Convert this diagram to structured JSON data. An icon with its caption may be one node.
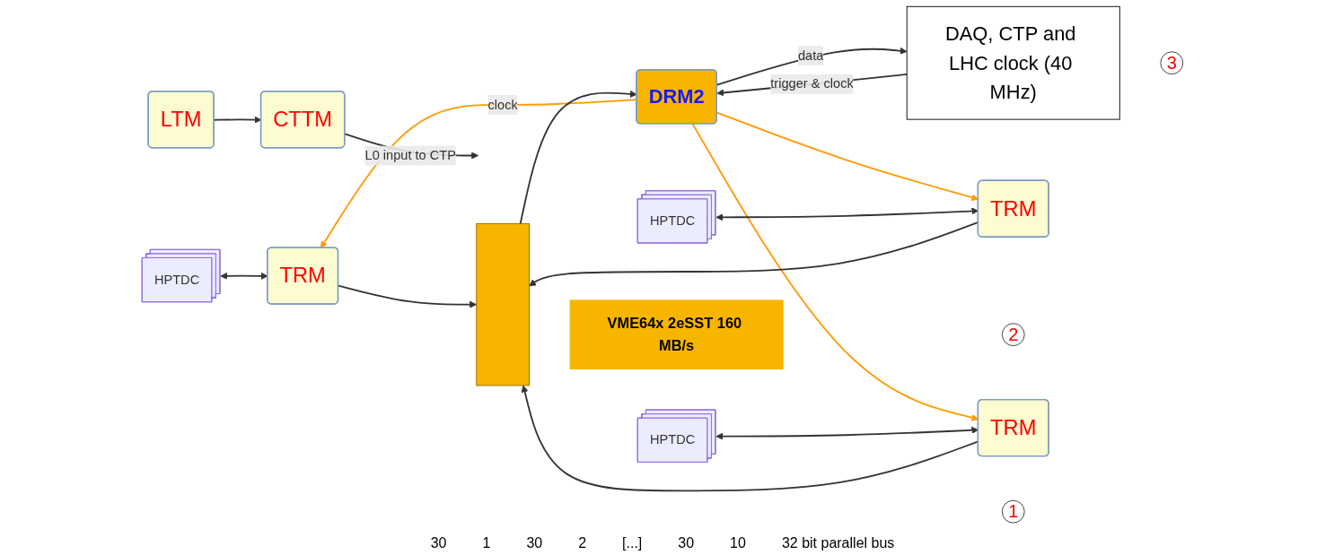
{
  "diagram": {
    "nodes": [
      {
        "text": [
          "LTM"
        ]
      },
      {
        "text": [
          "CTTM"
        ]
      },
      {
        "text": [
          "HPTDC"
        ]
      },
      {
        "text": [
          "TRM"
        ]
      },
      {
        "text": [],
        "shape": "bar"
      },
      {
        "text": [
          "DRM2"
        ]
      },
      {
        "text": [
          "DAQ, CTP and LHC clock (40 MHz)"
        ]
      },
      {
        "text": [
          "3"
        ]
      },
      {
        "text": [
          "HPTDC"
        ]
      },
      {
        "text": [
          "TRM"
        ]
      },
      {
        "text": [
          "VME64x 2eSST 160 MB/s"
        ]
      },
      {
        "text": [
          "2"
        ]
      },
      {
        "text": [
          "HPTDC"
        ]
      },
      {
        "text": [
          "TRM"
        ]
      },
      {
        "text": [
          "1"
        ]
      }
    ],
    "edges": [
      {
        "from": 5,
        "to": 3,
        "arrow": "to",
        "label": "clock",
        "color": "#ff9900"
      },
      {
        "from": 5,
        "to": 9,
        "arrow": "to",
        "color": "#ff9900"
      },
      {
        "from": 5,
        "to": 13,
        "arrow": "to",
        "color": "#ff9900"
      },
      {
        "from": 0,
        "to": 1,
        "arrow": "to"
      },
      {
        "from": 1,
        "to": null,
        "arrow": "to",
        "label": "L0 input to CTP"
      },
      {
        "from": 2,
        "to": 3,
        "arrow": "both"
      },
      {
        "from": 3,
        "to": 4,
        "arrow": "to"
      },
      {
        "from": 4,
        "to": 5,
        "arrow": "to"
      },
      {
        "from": 6,
        "to": 5,
        "arrow": "to",
        "label": "trigger & clock"
      },
      {
        "from": 5,
        "to": 6,
        "arrow": "to",
        "label": "data"
      },
      {
        "from": 8,
        "to": 9,
        "arrow": "both"
      },
      {
        "from": 9,
        "to": 4,
        "arrow": "to"
      },
      {
        "from": 12,
        "to": 13,
        "arrow": "both"
      },
      {
        "from": 13,
        "to": 4,
        "arrow": "to"
      }
    ],
    "labels": [
      "30",
      "1",
      "30",
      "2",
      "[...]",
      "30",
      "10",
      "32 bit parallel bus"
    ]
  }
}
